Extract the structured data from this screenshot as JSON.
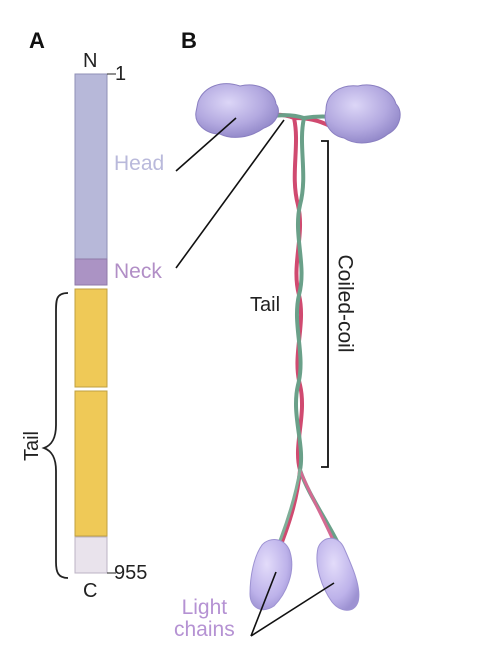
{
  "panel_a": {
    "label": "A",
    "n_terminus": "N",
    "c_terminus": "C",
    "start_residue": "1",
    "end_residue": "955",
    "head_label": "Head",
    "neck_label": "Neck",
    "tail_label": "Tail"
  },
  "panel_b": {
    "label": "B",
    "tail_label": "Tail",
    "coiled_coil_label": "Coiled-coil",
    "light_chains_line1": "Light",
    "light_chains_line2": "chains"
  },
  "colors": {
    "head_domain": "#b7b8d9",
    "neck_domain": "#ab93c4",
    "tail_domain": "#efc957",
    "c_terminal": "#e9e3ec",
    "motor_head": "#b9b0e3",
    "heavy_chain_red": "#d04a70",
    "heavy_chain_green": "#6aa089",
    "light_chain": "#c8bff0"
  }
}
